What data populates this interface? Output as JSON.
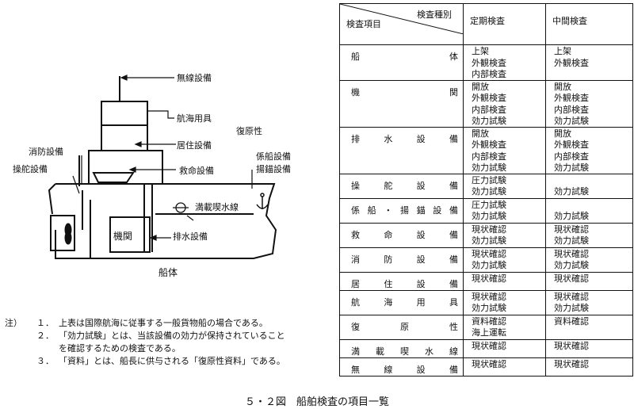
{
  "figure": {
    "caption": "５・２図　船舶検査の項目一覧"
  },
  "ship_diagram": {
    "labels": {
      "radio": "無線設備",
      "navigation": "航海用具",
      "stability": "復原性",
      "accommodation": "居住設備",
      "fire": "消防設備",
      "steering": "操舵設備",
      "mooring": "係船設備\n揚錨設備",
      "lifesaving": "救命設備",
      "loadline": "満載喫水線",
      "engine": "機関",
      "drainage": "排水設備",
      "hull": "船体"
    }
  },
  "table": {
    "header": {
      "corner_top": "検査種別",
      "corner_bottom": "検査項目",
      "col1": "定期検査",
      "col2": "中間検査"
    },
    "rows": [
      {
        "item": "船体",
        "periodic": [
          "上架",
          "外観検査",
          "内部検査"
        ],
        "intermediate": [
          "上架",
          "外観検査"
        ]
      },
      {
        "item": "機関",
        "periodic": [
          "開放",
          "外観検査",
          "内部検査",
          "効力試験"
        ],
        "intermediate": [
          "開放",
          "外観検査",
          "内部検査",
          "効力試験"
        ]
      },
      {
        "item": "排水設備",
        "periodic": [
          "開放",
          "外観検査",
          "内部検査",
          "効力試験"
        ],
        "intermediate": [
          "開放",
          "外観検査",
          "内部検査",
          "効力試験"
        ]
      },
      {
        "item": "操舵設備",
        "periodic": [
          "圧力試験",
          "効力試験"
        ],
        "intermediate": [
          "",
          "効力試験"
        ]
      },
      {
        "item": "係船・揚錨設備",
        "periodic": [
          "圧力試験",
          "効力試験"
        ],
        "intermediate": [
          "",
          "効力試験"
        ]
      },
      {
        "item": "救命設備",
        "periodic": [
          "現状確認",
          "効力試験"
        ],
        "intermediate": [
          "現状確認",
          "効力試験"
        ]
      },
      {
        "item": "消防設備",
        "periodic": [
          "現状確認",
          "効力試験"
        ],
        "intermediate": [
          "現状確認",
          "効力試験"
        ]
      },
      {
        "item": "居住設備",
        "periodic": [
          "現状確認"
        ],
        "intermediate": [
          "現状確認"
        ]
      },
      {
        "item": "航海用具",
        "periodic": [
          "現状確認",
          "効力試験"
        ],
        "intermediate": [
          "現状確認",
          "効力試験"
        ]
      },
      {
        "item": "復原性",
        "periodic": [
          "資料確認",
          "海上運転"
        ],
        "intermediate": [
          "資料確認"
        ]
      },
      {
        "item": "満載喫水線",
        "periodic": [
          "現状確認"
        ],
        "intermediate": [
          "現状確認"
        ]
      },
      {
        "item": "無線設備",
        "periodic": [
          "現状確認"
        ],
        "intermediate": [
          "現状確認"
        ]
      }
    ]
  },
  "notes": {
    "prefix": "注）",
    "items": [
      {
        "num": "１．",
        "text": "上表は国際航海に従事する一般貨物船の場合である。"
      },
      {
        "num": "２．",
        "text": "「効力試験」とは、当該設備の効力が保持されていることを確認するための検査である。",
        "line1": "「効力試験」とは、当該設備の効力が保持されていること",
        "line2": "を確認するための検査である。"
      },
      {
        "num": "３．",
        "text": "「資料」とは、船長に供与される「復原性資料」である。"
      }
    ]
  }
}
